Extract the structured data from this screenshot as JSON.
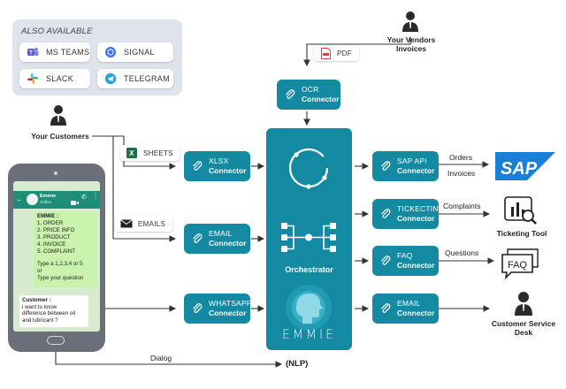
{
  "also_available": {
    "title": "ALSO AVAILABLE",
    "items": [
      {
        "label": "MS TEAMS",
        "icon": "ms-teams-icon"
      },
      {
        "label": "SIGNAL",
        "icon": "signal-icon"
      },
      {
        "label": "SLACK",
        "icon": "slack-icon"
      },
      {
        "label": "TELEGRAM",
        "icon": "telegram-icon"
      }
    ]
  },
  "actors": {
    "customers": "Your Customers",
    "vendors": "Your Vendors\nInvoices",
    "service_desk": "Customer Service\nDesk",
    "ticketing_tool": "Ticketing Tool"
  },
  "tags": {
    "sheets": "SHEETS",
    "emails": "EMAILS",
    "pdf": "PDF"
  },
  "connectors_in": [
    {
      "line1": "XLSX",
      "line2": "Connector"
    },
    {
      "line1": "EMAIL",
      "line2": "Connector"
    },
    {
      "line1": "WHATSAPP",
      "line2": "Connector"
    }
  ],
  "ocr_connector": {
    "line1": "OCR",
    "line2": "Connector"
  },
  "orchestrator": {
    "label": "Orchestrator",
    "brand": "EMMIE"
  },
  "connectors_out": [
    {
      "line1": "SAP API",
      "line2": "Connector"
    },
    {
      "line1": "TICKECTING",
      "line2": "Connector"
    },
    {
      "line1": "FAQ",
      "line2": "Connector"
    },
    {
      "line1": "EMAIL",
      "line2": "Connector"
    }
  ],
  "edge_labels": {
    "orders": "Orders",
    "invoices": "Invoices",
    "complaints": "Complaints",
    "questions": "Questions",
    "dialog": "Dialog",
    "nlp": "(NLP)"
  },
  "logos": {
    "sap": "SAP",
    "faq": "FAQ"
  },
  "phone_chat": {
    "contact_name": "Emmie",
    "contact_status": "Online",
    "bot_title": "EMMIE :",
    "bot_lines": [
      "1. ORDER",
      "2. PRICE INFO",
      "3. PRODUCT",
      "4. INVOICE",
      "5. COMPLAINT",
      "",
      "Type a 1,2,3,4 or 5",
      "or",
      "Type your question"
    ],
    "user_title": "Customer :",
    "user_lines": [
      "i want to know",
      "difference between oil",
      "and lubricant ?"
    ]
  },
  "colors": {
    "teal": "#138aa2",
    "panel": "#dfe3ec",
    "sap_blue": "#1a7fd6",
    "phone_body": "#6a6f7a",
    "chat_green": "#1d8d76"
  }
}
